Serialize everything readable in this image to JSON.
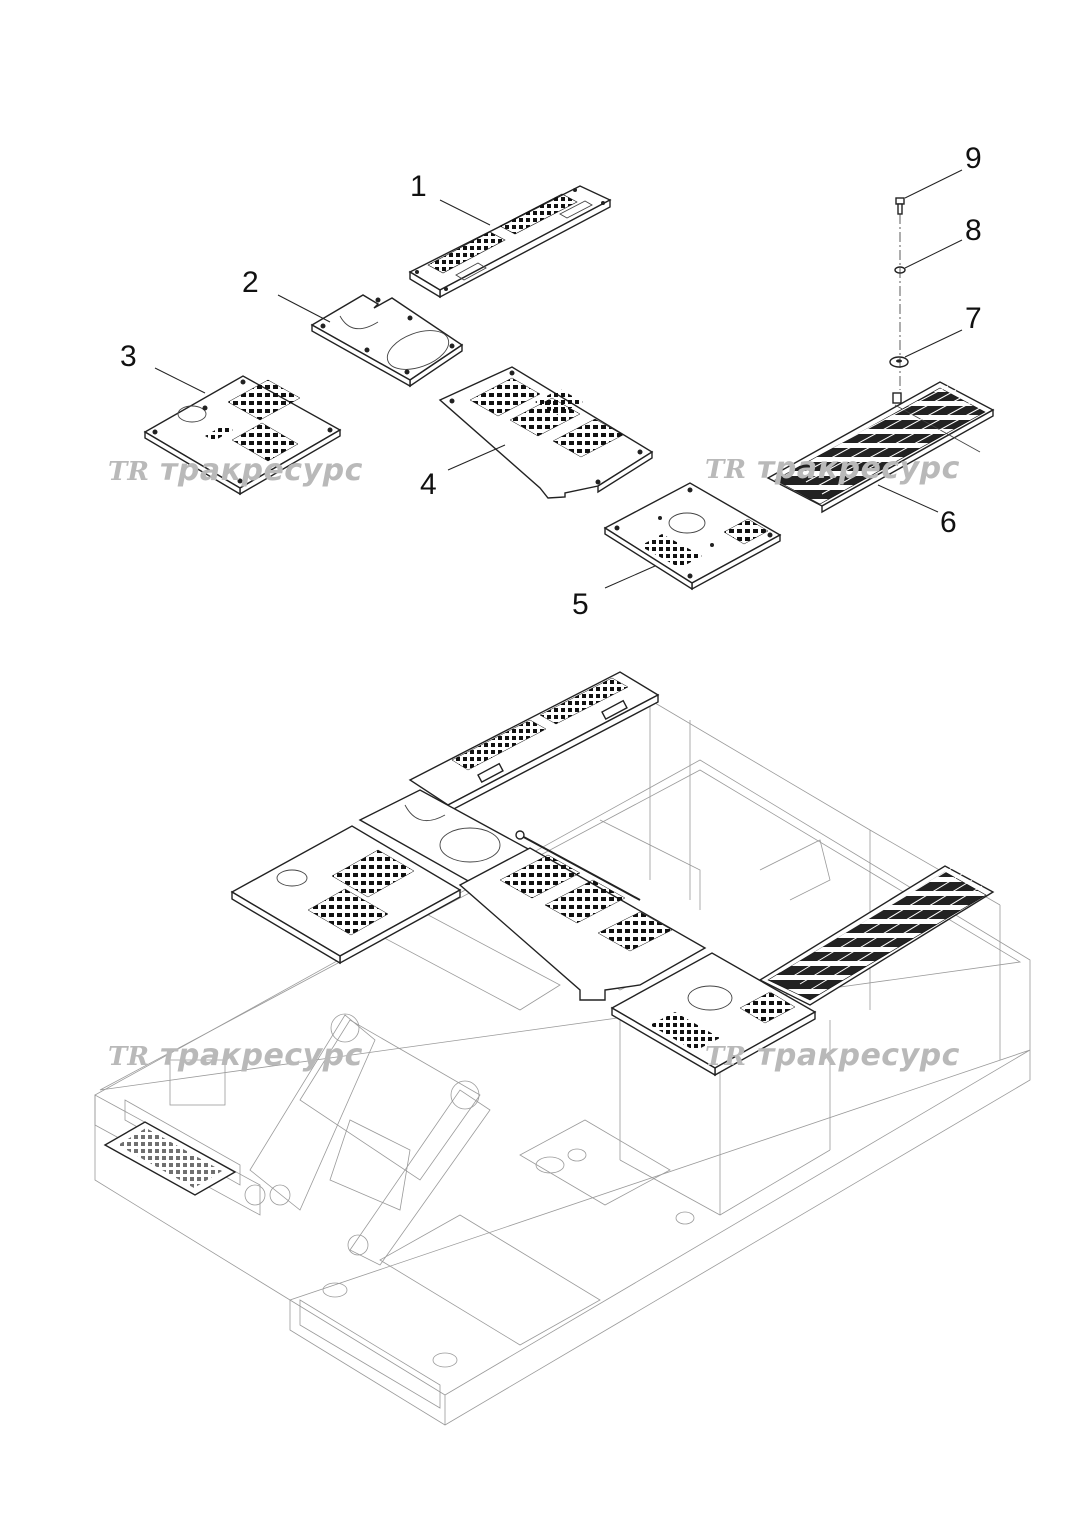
{
  "callouts": [
    "1",
    "2",
    "3",
    "4",
    "5",
    "6",
    "7",
    "8",
    "9"
  ],
  "watermark": {
    "logo": "TR",
    "text": "тракресурс"
  },
  "colors": {
    "line": "#222222",
    "watermark": "#b9b9b9",
    "background": "#ffffff"
  }
}
